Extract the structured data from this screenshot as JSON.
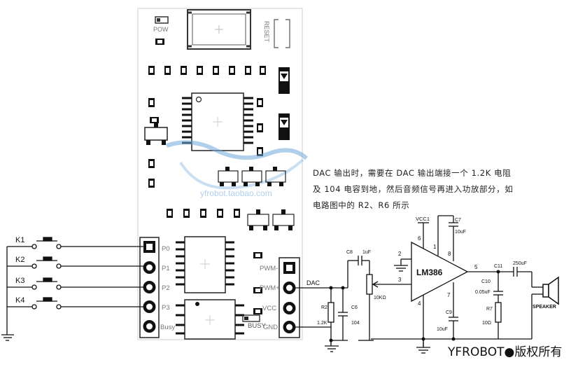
{
  "board": {
    "pow_label": "POW",
    "reset_label": "RESET",
    "pins_left": [
      "P0",
      "P1",
      "P2",
      "P3",
      "Busy"
    ],
    "pins_right": [
      "PWM-",
      "PWM+",
      "VCC",
      "GND"
    ],
    "busy_led_label": "BUSY",
    "watermark": "yfrobot.taobao.com"
  },
  "keys": [
    "K1",
    "K2",
    "K3",
    "K4"
  ],
  "circuit": {
    "dac_label": "DAC",
    "amp_label": "LM386",
    "vcc_label": "VCC1",
    "pin_labels": [
      "6",
      "1",
      "8",
      "2",
      "3",
      "5",
      "4",
      "7"
    ],
    "components": {
      "c8": "C8",
      "c8_val": "1uF",
      "r2": "R2",
      "r2_val": "1.2K",
      "c6": "C6",
      "c6_val": "104",
      "pot": "10KΩ",
      "c7": "C7",
      "c7_val": "10uF",
      "c9": "C9",
      "c9_val": "10uF",
      "c11": "C11",
      "c11_val": "250uF",
      "c10": "C10",
      "c10_val": "0.05uF",
      "r7": "R7",
      "r7_val": "10Ω"
    },
    "speaker_label": "SPEAKER"
  },
  "note": {
    "line1": "DAC 输出时，需要在 DAC 输出端接一个 1.2K 电阻",
    "line2": "及 104 电容到地，然后音频信号再进入功放部分，如",
    "line3": "电路图中的 R2、R6 所示"
  },
  "copyright": "YFROBOT●版权所有"
}
